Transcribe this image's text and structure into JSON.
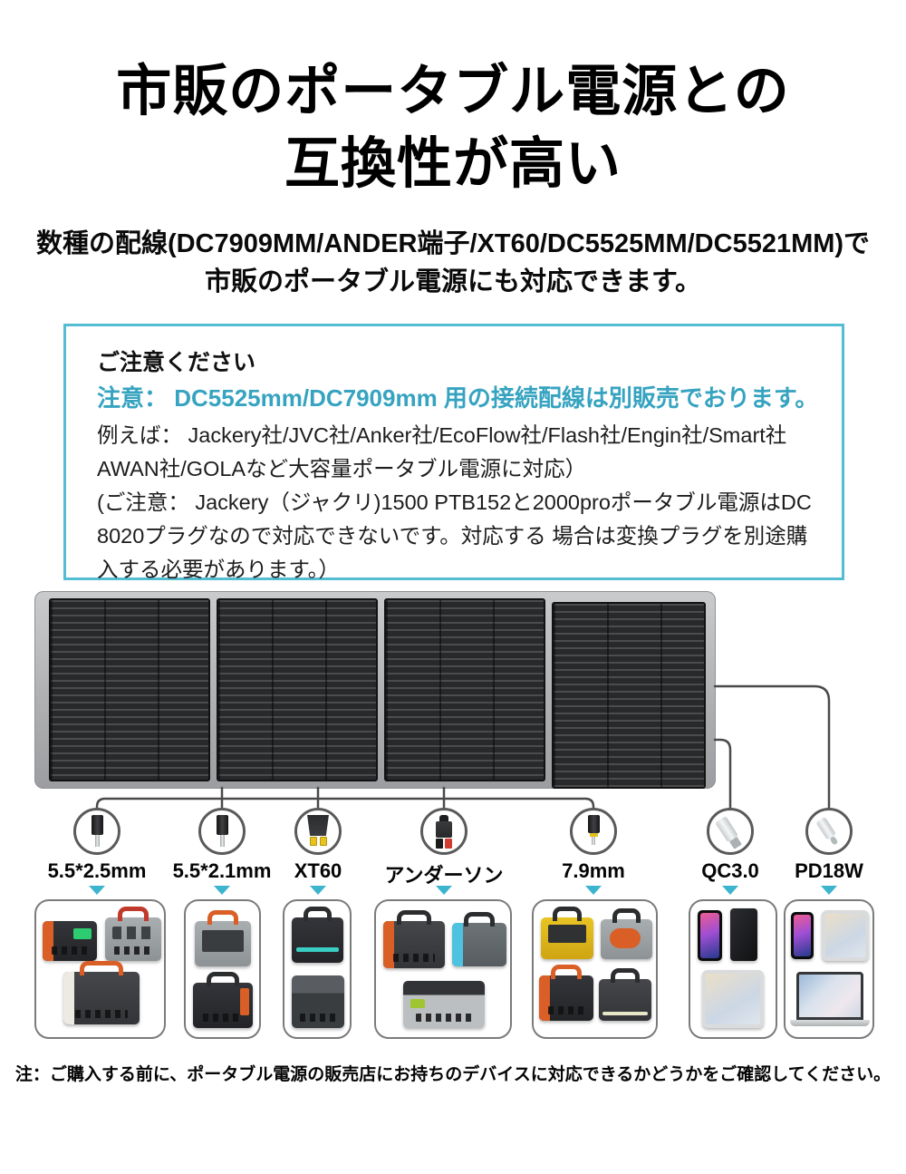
{
  "colors": {
    "accent_teal_text": "#36a3c0",
    "accent_teal_border": "#53bdd2",
    "triangle_marker": "#3cb4ce",
    "heading_text": "#000000"
  },
  "header": {
    "title_line1": "市販のポータブル電源との",
    "title_line2": "互換性が高い",
    "subtitle_line1": "数種の配線(DC7909MM/ANDER端子/XT60/DC5525MM/DC5521MM)で",
    "subtitle_line2": "市販のポータブル電源にも対応できます。"
  },
  "notice_box": {
    "heading": "ご注意ください",
    "highlight": "注意： DC5525mm/DC7909mm 用の接続配線は別販売でおります。",
    "body_lines": [
      "例えば： Jackery社/JVC社/Anker社/EcoFlow社/Flash社/Engin社/Smart社",
      "AWAN社/GOLAなど大容量ポータブル電源に対応）",
      "(ご注意： Jackery（ジャクリ)1500 PTB152と2000proポータブル電源はDC",
      "8020プラグなので対応できないです。対応する 場合は変換プラグを別途購",
      "入する必要があります。）"
    ]
  },
  "connectors": [
    {
      "label": "5.5*2.5mm",
      "icon": "dc-plug-icon"
    },
    {
      "label": "5.5*2.1mm",
      "icon": "dc-plug-icon"
    },
    {
      "label": "XT60",
      "icon": "xt60-connector-icon"
    },
    {
      "label": "アンダーソン",
      "icon": "anderson-connector-icon"
    },
    {
      "label": "7.9mm",
      "icon": "dc-plug-7.9mm-icon"
    },
    {
      "label": "QC3.0",
      "icon": "usb-a-plug-icon"
    },
    {
      "label": "PD18W",
      "icon": "usb-c-plug-icon"
    }
  ],
  "footer": {
    "note": "注：ご購入する前に、ポータブル電源の販売店にお持ちのデバイスに対応できるかどうかをご確認してください。"
  }
}
